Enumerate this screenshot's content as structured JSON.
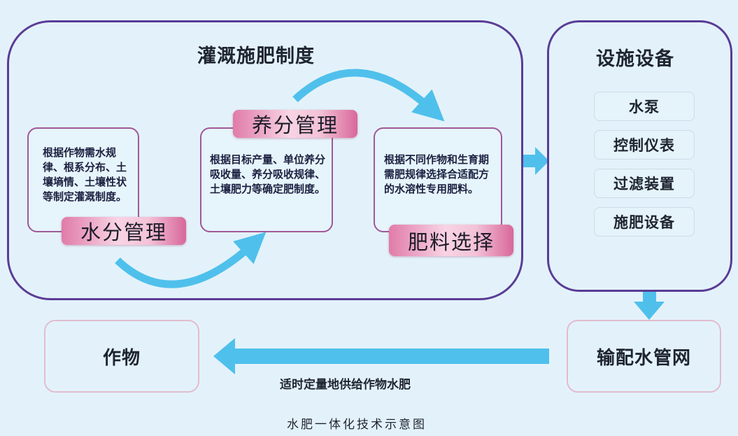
{
  "diagram": {
    "caption": "水肥一体化技术示意图",
    "arrow_color": "#4fc0ec",
    "panel_border_color": "#5b3c96",
    "irrigation_system": {
      "title": "灌溉施肥制度",
      "steps": [
        {
          "tag": "水分管理",
          "description": "根据作物需水规律、根系分布、土壤墒情、土壤性状等制定灌溉制度。"
        },
        {
          "tag": "养分管理",
          "description": "根据目标产量、单位养分吸收量、养分吸收规律、土壤肥力等确定肥制度。"
        },
        {
          "tag": "肥料选择",
          "description": "根据不同作物和生育期需肥规律选择合适配方的水溶性专用肥料。"
        }
      ]
    },
    "facilities": {
      "title": "设施设备",
      "items": [
        "水泵",
        "控制仪表",
        "过滤装置",
        "施肥设备"
      ]
    },
    "pipe_network": "输配水管网",
    "crop": "作物",
    "supply_label": "适时定量地供给作物水肥"
  }
}
